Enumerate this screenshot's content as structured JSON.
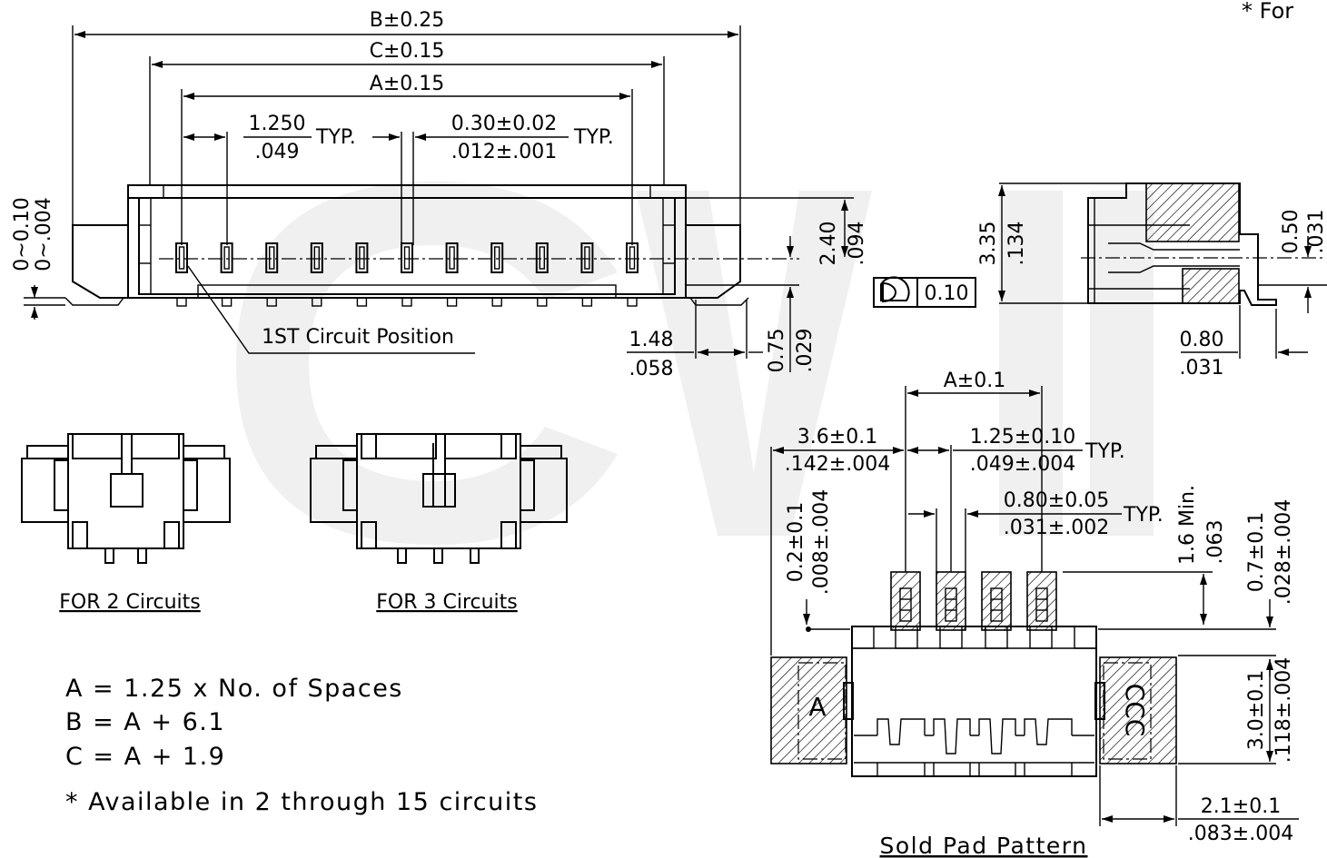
{
  "corner_note": "* For",
  "top_dims": {
    "b": "B±0.25",
    "c": "C±0.15",
    "a": "A±0.15",
    "pitch_mm": "1.250",
    "pitch_in": ".049",
    "pitch_typ": "TYP.",
    "pin_w_mm": "0.30±0.02",
    "pin_w_in": ".012±.001",
    "pin_w_typ": "TYP."
  },
  "left_dims": {
    "mm": "0~0.10",
    "in": "0~.004"
  },
  "first_circuit": "1ST Circuit Position",
  "h240": {
    "mm": "2.40",
    "in": ".094"
  },
  "h148": {
    "mm": "1.48",
    "in": ".058"
  },
  "h075": {
    "mm": "0.75",
    "in": ".029"
  },
  "flatness": "0.10",
  "side": {
    "h_mm": "3.35",
    "h_in": ".134",
    "r_mm": "0.50",
    "r_in": ".031",
    "b_mm": "0.80",
    "b_in": ".031"
  },
  "views": {
    "two": "FOR 2 Circuits",
    "three": "FOR 3 Circuits"
  },
  "formulas": [
    "A = 1.25 x No. of Spaces",
    "B = A + 6.1",
    "C = A + 1.9",
    "* Available in 2 through 15 circuits"
  ],
  "pad": {
    "a": "A±0.1",
    "d36_mm": "3.6±0.1",
    "d36_in": ".142±.004",
    "d125_mm": "1.25±0.10",
    "d125_in": ".049±.004",
    "d125_typ": "TYP.",
    "d080_mm": "0.80±0.05",
    "d080_in": ".031±.002",
    "d080_typ": "TYP.",
    "d02_mm": "0.2±0.1",
    "d02_in": ".008±.004",
    "d16_mm": "1.6 Min.",
    "d16_in": ".063",
    "d07_mm": "0.7±0.1",
    "d07_in": ".028±.004",
    "d30_mm": "3.0±0.1",
    "d30_in": ".118±.004",
    "d21_mm": "2.1±0.1",
    "d21_in": ".083±.004",
    "mark_a": "A",
    "mark_ccc": "CCC",
    "title": "Sold Pad Pattern"
  }
}
